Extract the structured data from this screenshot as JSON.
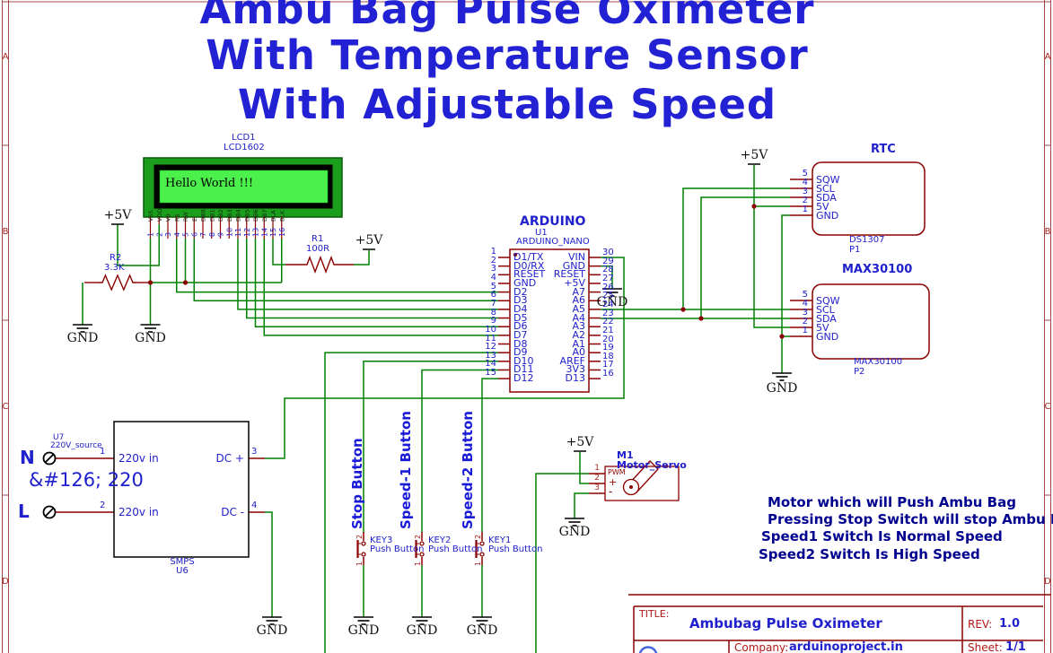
{
  "frame": {
    "row_labels": [
      "A",
      "B",
      "C",
      "D"
    ]
  },
  "labels": {
    "gnd": "GND",
    "v5": "+5V"
  },
  "title": {
    "line1": "Ambu Bag Pulse Oximeter",
    "line2": "With Temperature Sensor",
    "line3": "With Adjustable Speed"
  },
  "lcd": {
    "ref": "LCD1",
    "part": "LCD1602",
    "screen_text": "Hello World !!!",
    "pin_names": [
      "VSS",
      "VDD",
      "V0",
      "RS",
      "RW",
      "E",
      "DB0",
      "DB1",
      "DB2",
      "DB3",
      "DB4",
      "DB5",
      "DB6",
      "DB7",
      "BLA",
      "BLK"
    ],
    "pin_numbers": [
      "1",
      "2",
      "3",
      "4",
      "5",
      "6",
      "7",
      "8",
      "9",
      "10",
      "11",
      "12",
      "13",
      "14",
      "15",
      "16"
    ]
  },
  "r2": {
    "ref": "R2",
    "value": "3.3K"
  },
  "r1": {
    "ref": "R1",
    "value": "100R"
  },
  "arduino": {
    "heading": "ARDUINO",
    "ref": "U1",
    "part": "ARDUINO_NANO",
    "left_pins": [
      {
        "num": "1",
        "name": "D1/TX"
      },
      {
        "num": "2",
        "name": "D0/RX"
      },
      {
        "num": "3",
        "name": "RESET"
      },
      {
        "num": "4",
        "name": "GND"
      },
      {
        "num": "5",
        "name": "D2"
      },
      {
        "num": "6",
        "name": "D3"
      },
      {
        "num": "7",
        "name": "D4"
      },
      {
        "num": "8",
        "name": "D5"
      },
      {
        "num": "9",
        "name": "D6"
      },
      {
        "num": "10",
        "name": "D7"
      },
      {
        "num": "11",
        "name": "D8"
      },
      {
        "num": "12",
        "name": "D9"
      },
      {
        "num": "13",
        "name": "D10"
      },
      {
        "num": "14",
        "name": "D11"
      },
      {
        "num": "15",
        "name": "D12"
      }
    ],
    "right_pins": [
      {
        "num": "30",
        "name": "VIN"
      },
      {
        "num": "29",
        "name": "GND"
      },
      {
        "num": "28",
        "name": "RESET"
      },
      {
        "num": "27",
        "name": "+5V"
      },
      {
        "num": "26",
        "name": "A7"
      },
      {
        "num": "25",
        "name": "A6"
      },
      {
        "num": "24",
        "name": "A5"
      },
      {
        "num": "23",
        "name": "A4"
      },
      {
        "num": "22",
        "name": "A3"
      },
      {
        "num": "21",
        "name": "A2"
      },
      {
        "num": "20",
        "name": "A1"
      },
      {
        "num": "19",
        "name": "A0"
      },
      {
        "num": "18",
        "name": "AREF"
      },
      {
        "num": "17",
        "name": "3V3"
      },
      {
        "num": "16",
        "name": "D13"
      }
    ]
  },
  "rtc": {
    "heading": "RTC",
    "part": "DS1307",
    "ref": "P1",
    "pins": [
      {
        "num": "5",
        "name": "SQW"
      },
      {
        "num": "4",
        "name": "SCL"
      },
      {
        "num": "3",
        "name": "SDA"
      },
      {
        "num": "2",
        "name": "5V"
      },
      {
        "num": "1",
        "name": "GND"
      }
    ]
  },
  "max30100": {
    "heading": "MAX30100",
    "part": "MAX30100",
    "ref": "P2",
    "pins": [
      {
        "num": "5",
        "name": "SQW"
      },
      {
        "num": "4",
        "name": "SCL"
      },
      {
        "num": "3",
        "name": "SDA"
      },
      {
        "num": "2",
        "name": "5V"
      },
      {
        "num": "1",
        "name": "GND"
      }
    ]
  },
  "smps": {
    "ref_u7": "U7",
    "part_u7": "220V_source",
    "terminal_n": "N",
    "terminal_l": "L",
    "tilde_text": "&#126; 220",
    "in_top": "220v in",
    "in_bottom": "220v in",
    "out_pos": "DC +",
    "out_neg": "DC -",
    "pin1": "1",
    "pin2": "2",
    "pin3": "3",
    "pin4": "4",
    "part": "SMPS",
    "ref": "U6"
  },
  "buttons": [
    {
      "ref": "KEY3",
      "part": "Push Button",
      "label": "Stop Button",
      "top_pin": "2",
      "bottom_pin": "1"
    },
    {
      "ref": "KEY2",
      "part": "Push Button",
      "label": "Speed-1 Button",
      "top_pin": "2",
      "bottom_pin": "1"
    },
    {
      "ref": "KEY1",
      "part": "Push Button",
      "label": "Speed-2 Button",
      "top_pin": "2",
      "bottom_pin": "1"
    }
  ],
  "servo": {
    "ref": "M1",
    "part": "Motor_Servo",
    "pin1": "1",
    "pin2": "2",
    "pin3": "3",
    "pwm": "PWM",
    "plus": "+",
    "minus": "-"
  },
  "notes": [
    "Motor which will Push Ambu Bag",
    "Pressing Stop Switch will stop Ambu Bag",
    "Speed1 Switch Is Normal Speed",
    "Speed2 Switch Is High Speed"
  ],
  "titleblock": {
    "title_label": "TITLE:",
    "title": "Ambubag Pulse Oximeter",
    "rev_label": "REV:",
    "rev": "1.0",
    "company_label": "Company:",
    "company": "arduinoproject.in",
    "sheet_label": "Sheet:",
    "sheet": "1/1"
  }
}
